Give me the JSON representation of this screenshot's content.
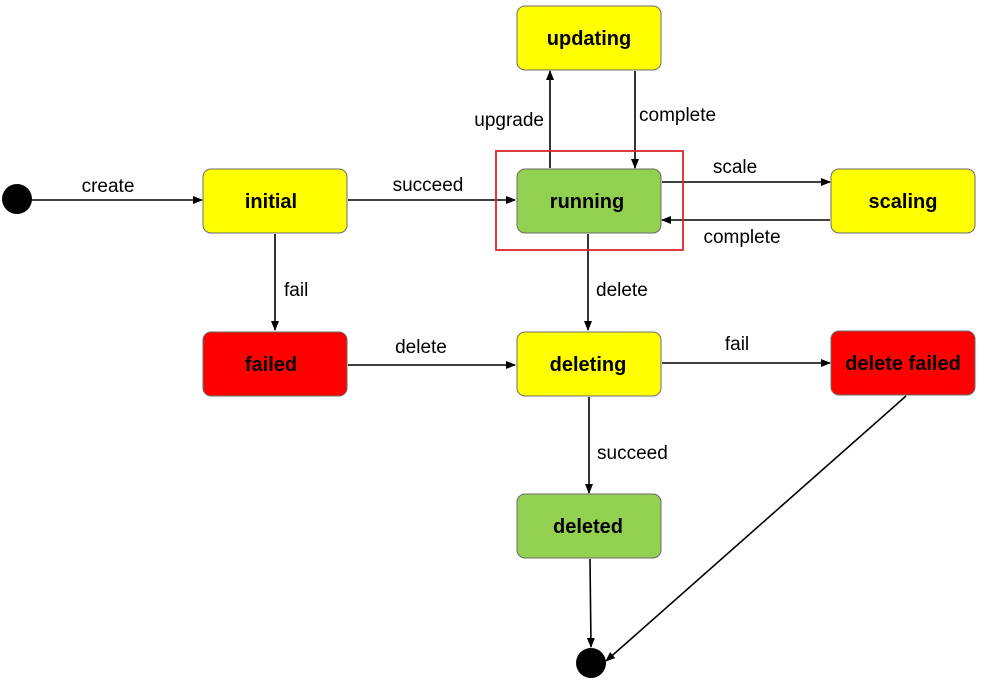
{
  "colors": {
    "yellow": "#ffff00",
    "green": "#92d050",
    "red": "#ff0000",
    "highlight": "#d9282b"
  },
  "states": {
    "initial": {
      "label": "initial",
      "color": "#ffff00"
    },
    "updating": {
      "label": "updating",
      "color": "#ffff00"
    },
    "running": {
      "label": "running",
      "color": "#92d050",
      "highlighted": true
    },
    "scaling": {
      "label": "scaling",
      "color": "#ffff00"
    },
    "failed": {
      "label": "failed",
      "color": "#ff0000"
    },
    "deleting": {
      "label": "deleting",
      "color": "#ffff00"
    },
    "delete_failed": {
      "label": "delete failed",
      "color": "#ff0000"
    },
    "deleted": {
      "label": "deleted",
      "color": "#92d050"
    }
  },
  "transitions": {
    "create": "create",
    "initial_succeed": "succeed",
    "initial_fail": "fail",
    "upgrade": "upgrade",
    "update_complete": "complete",
    "scale": "scale",
    "scale_complete": "complete",
    "running_delete": "delete",
    "failed_delete": "delete",
    "deleting_fail": "fail",
    "deleting_succeed": "succeed"
  }
}
